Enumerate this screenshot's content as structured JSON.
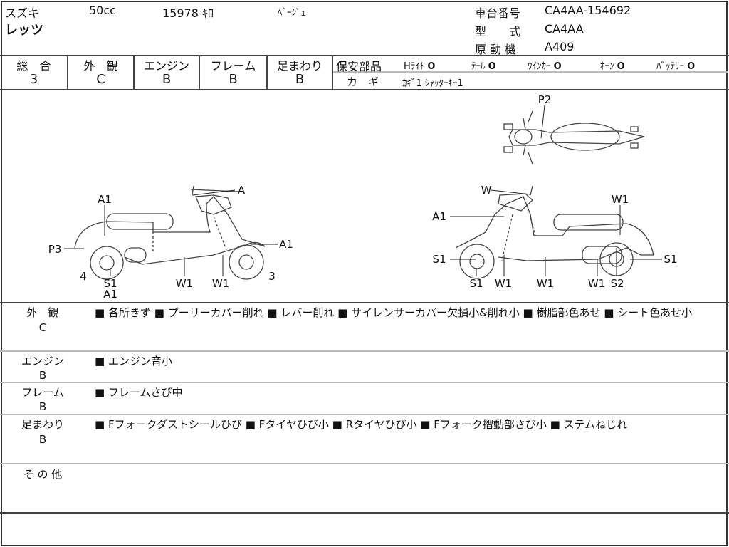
{
  "header": {
    "maker": "スズキ",
    "model": "レッツ",
    "displacement": "50cc",
    "mileage": "15978 ｷﾛ",
    "color": "ﾍﾞｰｼﾞｭ",
    "frame_no_label": "車台番号",
    "frame_no": "CA4AA-154692",
    "type_label": "型　　式",
    "type": "CA4AA",
    "engine_label": "原 動 機",
    "engine": "A409"
  },
  "grades": [
    {
      "label": "総　合",
      "value": "3"
    },
    {
      "label": "外　観",
      "value": "C"
    },
    {
      "label": "エンジン",
      "value": "B"
    },
    {
      "label": "フレーム",
      "value": "B"
    },
    {
      "label": "足まわり",
      "value": "B"
    }
  ],
  "safety": {
    "label": "保安部品",
    "items": [
      {
        "name": "Hﾗｲﾄ",
        "status": "O"
      },
      {
        "name": "ﾃｰﾙ",
        "status": "O"
      },
      {
        "name": "ｳｲﾝｶｰ",
        "status": "O"
      },
      {
        "name": "ﾎｰﾝ",
        "status": "O"
      },
      {
        "name": "ﾊﾞｯﾃﾘｰ",
        "status": "O"
      }
    ],
    "key_label": "カ　ギ",
    "key_value": "ｶｷﾞ1 ｼｬｯﾀｰｷｰ1"
  },
  "diagram": {
    "labels": [
      "A1",
      "A",
      "A1",
      "P3",
      "4",
      "S1",
      "A1",
      "W1",
      "W1",
      "3",
      "P2",
      "W",
      "W1",
      "A1",
      "S1",
      "S1",
      "S1",
      "W1",
      "W1",
      "W1",
      "S2"
    ]
  },
  "remarks": [
    {
      "category": "外　観",
      "grade": "C",
      "text": "■ 各所きず ■ プーリーカバー削れ ■ レバー削れ ■ サイレンサーカバー欠損小&削れ小 ■ 樹脂部色あせ ■ シート色あせ小"
    },
    {
      "category": "エンジン",
      "grade": "B",
      "text": "■ エンジン音小"
    },
    {
      "category": "フレーム",
      "grade": "B",
      "text": "■ フレームさび中"
    },
    {
      "category": "足まわり",
      "grade": "B",
      "text": "■ Fフォークダストシールひび ■ Fタイヤひび小 ■ Rタイヤひび小 ■ Fフォーク摺動部さび小 ■ ステムねじれ"
    },
    {
      "category": "そ の 他",
      "grade": "",
      "text": ""
    }
  ]
}
